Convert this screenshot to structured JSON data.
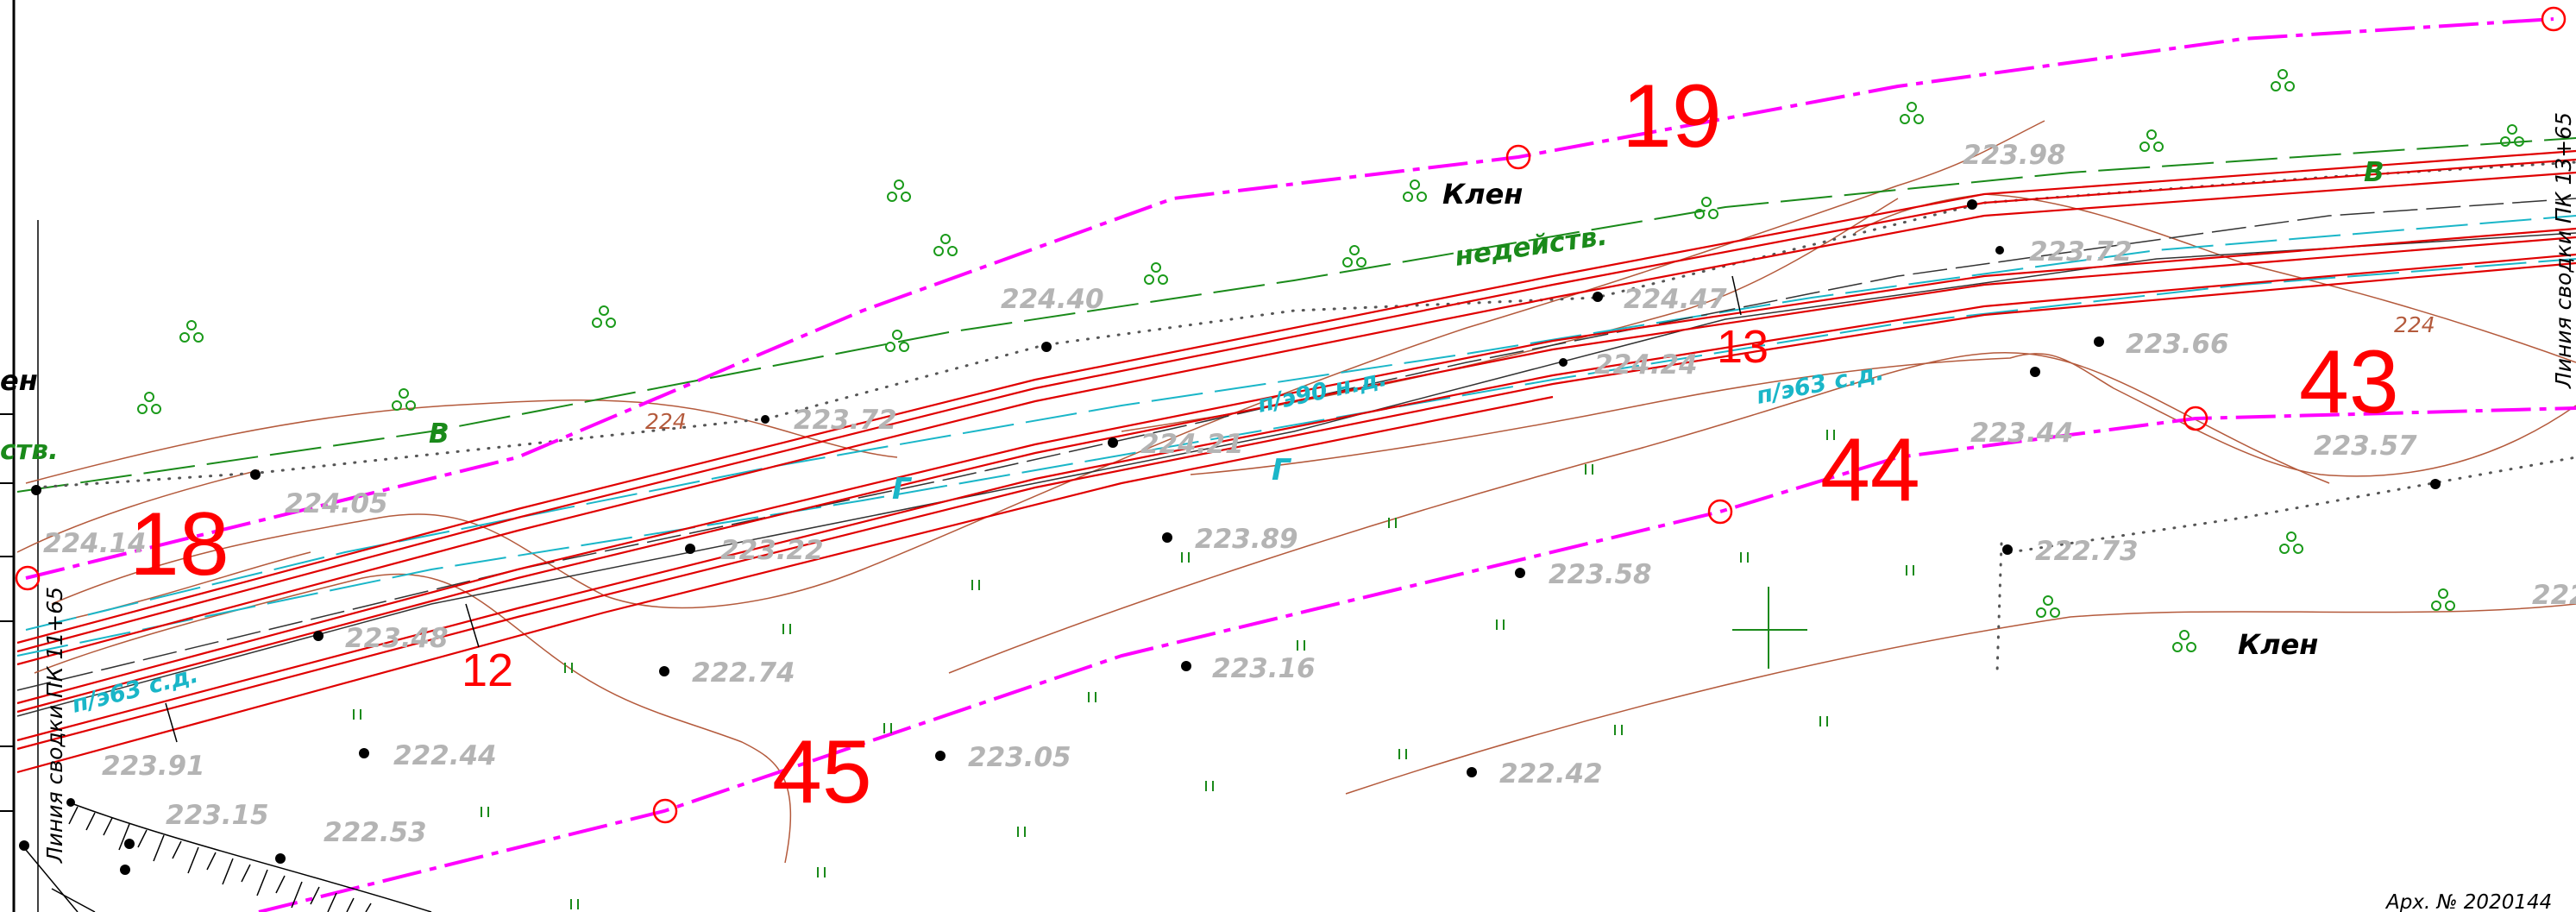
{
  "colors": {
    "stationing": "#ff00ff",
    "pipelines": "#e00000",
    "cyan_lines": "#1ab6c8",
    "contours": "#b45a3c",
    "green_lines": "#1a8a1a",
    "elevations": "#b4b4b4"
  },
  "stations": [
    "18",
    "19",
    "43",
    "44",
    "45"
  ],
  "pipe_markers": [
    "12",
    "13"
  ],
  "elevations": [
    "224.40",
    "224.47",
    "224.24",
    "223.98",
    "223.72",
    "223.66",
    "223.72",
    "224.05",
    "224.14",
    "223.22",
    "224.21",
    "223.89",
    "223.44",
    "223.57",
    "223.48",
    "222.74",
    "223.58",
    "222.73",
    "223.16",
    "222.44",
    "223.91",
    "223.15",
    "223.05",
    "222.53",
    "222.42",
    "222."
  ],
  "tree_labels": [
    "Клен",
    "Клен",
    "ен"
  ],
  "green_labels": [
    "недейств.",
    "В",
    "В",
    "ств."
  ],
  "cyan_labels": [
    "п/э90 н.д.",
    "п/э63 с.д.",
    "п/э63 с.д.",
    "Г",
    "Г"
  ],
  "contour_labels": [
    "224",
    "224"
  ],
  "side_labels": {
    "left": "Линия сводки ПК 11+65",
    "right": "Линия сводки ПК 13+65"
  },
  "archive": "Арх. № 2020144"
}
